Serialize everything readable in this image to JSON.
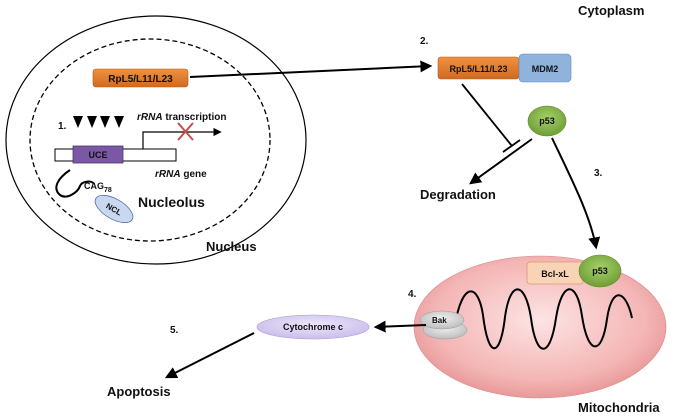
{
  "labels": {
    "cytoplasm": "Cytoplasm",
    "nucleus": "Nucleus",
    "nucleolus": "Nucleolus",
    "mitochondria": "Mitochondria",
    "degradation": "Degradation",
    "apoptosis": "Apoptosis",
    "rrna_transcription_italic": "rRNA",
    "rrna_transcription_rest": " transcription",
    "rrna_gene_italic": "rRNA",
    "rrna_gene_rest": " gene",
    "uce": "UCE",
    "cag": "CAG",
    "cag_sub": "78",
    "ncl": "NCL",
    "rpl_nucleus": "RpL5/L11/L23",
    "rpl_cyto": "RpL5/L11/L23",
    "mdm2": "MDM2",
    "p53_cyto": "p53",
    "p53_mito": "p53",
    "bclxl": "Bcl-xL",
    "bak": "Bak",
    "cytochrome_c": "Cytochrome c"
  },
  "steps": [
    "1.",
    "2.",
    "3.",
    "4.",
    "5."
  ],
  "colors": {
    "rpl_orange": "#e07b2e",
    "mdm2_blue": "#8fb3dd",
    "p53_green": "#8ab84a",
    "uce_purple": "#7a58a6",
    "ncl_blue": "#c9d7ef",
    "bclxl_peach": "#f9d3b5",
    "cytc_lavender": "#dcd2f2",
    "mito_pink": "#f0a8a8",
    "bak_grey": "#d0d0d0",
    "block_red": "#c0504d"
  }
}
